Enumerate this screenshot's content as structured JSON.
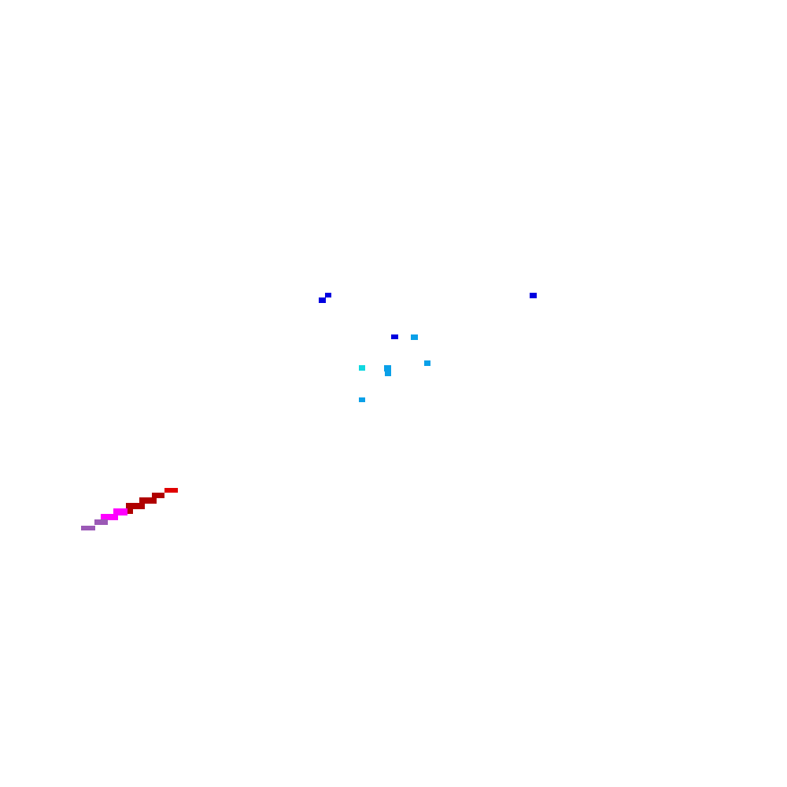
{
  "scene": {
    "background_color": "#ffffff",
    "palette": {
      "blue": "#0000e0",
      "sky_blue": "#0aa0e8",
      "cyan": "#10d8e0",
      "red": "#e00000",
      "dark_red": "#b00000",
      "magenta": "#ff00ff",
      "purple": "#9b59b6"
    },
    "mark_groups": [
      {
        "name": "scattered-pixel-marks",
        "colors": [
          "blue",
          "sky_blue",
          "cyan"
        ],
        "count": 10
      },
      {
        "name": "diagonal-pixel-streak",
        "colors": [
          "red",
          "dark_red",
          "magenta",
          "purple"
        ],
        "count": 9
      }
    ]
  }
}
